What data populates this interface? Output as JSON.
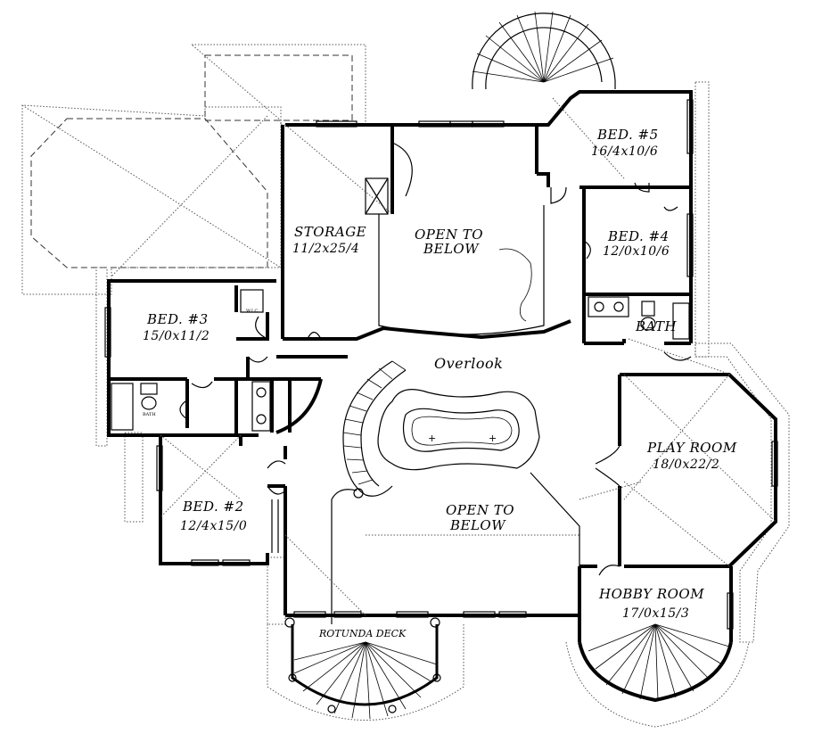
{
  "rooms": {
    "storage": {
      "name": "STORAGE",
      "dims": "11/2x25/4"
    },
    "open_top": {
      "line1": "OPEN TO",
      "line2": "BELOW"
    },
    "bed5": {
      "name": "BED. #5",
      "dims": "16/4x10/6"
    },
    "bed4": {
      "name": "BED. #4",
      "dims": "12/0x10/6"
    },
    "bath_right": {
      "name": "BATH"
    },
    "bed3": {
      "name": "BED. #3",
      "dims": "15/0x11/2"
    },
    "wic": {
      "name": "W.I.C."
    },
    "bath_left": {
      "name": "BATH"
    },
    "overlook": {
      "name": "Overlook"
    },
    "play_room": {
      "name": "PLAY ROOM",
      "dims": "18/0x22/2"
    },
    "bed2": {
      "name": "BED. #2",
      "dims": "12/4x15/0"
    },
    "open_bottom": {
      "line1": "OPEN TO",
      "line2": "BELOW"
    },
    "hobby_room": {
      "name": "HOBBY ROOM",
      "dims": "17/0x15/3"
    },
    "rotunda_deck": {
      "name": "ROTUNDA DECK"
    }
  }
}
